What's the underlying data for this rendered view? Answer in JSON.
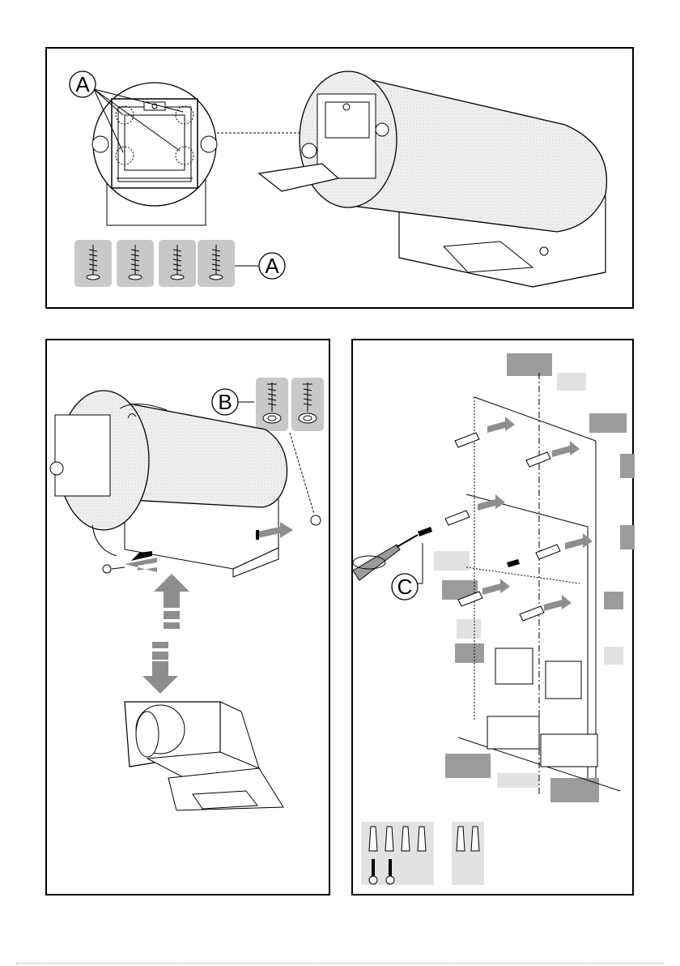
{
  "labels": {
    "a_top": "A",
    "a_screws": "A",
    "b": "B",
    "c": "C"
  },
  "colors": {
    "screw_tile": "#c8c8c8",
    "brick": "#9b9b9b",
    "arrow": "#8e8e8e",
    "cylinder": "#ededed",
    "line": "#000000"
  },
  "kits": {
    "left_count": 6,
    "right_count": 2
  }
}
